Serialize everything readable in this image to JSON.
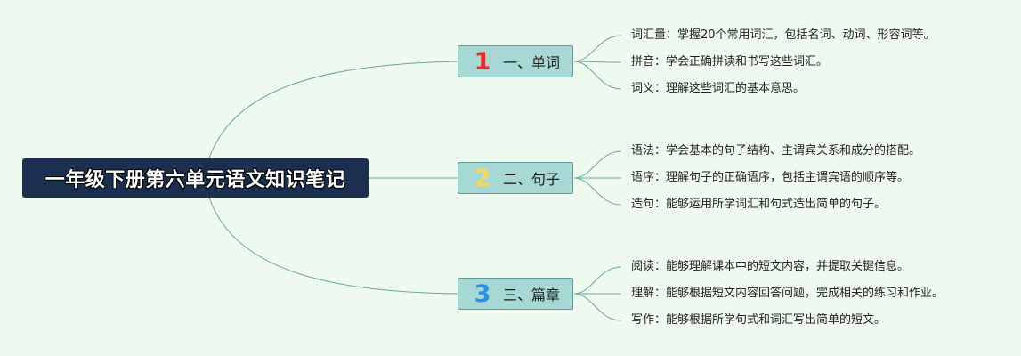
{
  "root": {
    "label": "一年级下册第六单元语文知识笔记"
  },
  "branches": [
    {
      "num": "1",
      "label": "一、单词",
      "num_color": "#e02e2e",
      "items": [
        "词汇量：掌握20个常用词汇，包括名词、动词、形容词等。",
        "拼音：学会正确拼读和书写这些词汇。",
        "词义：理解这些词汇的基本意思。"
      ]
    },
    {
      "num": "2",
      "label": "二、句子",
      "num_color": "#f2d85a",
      "items": [
        "语法：学会基本的句子结构、主谓宾关系和成分的搭配。",
        "语序：理解句子的正确语序，包括主谓宾语的顺序等。",
        "造句：能够运用所学词汇和句式造出简单的句子。"
      ]
    },
    {
      "num": "3",
      "label": "三、篇章",
      "num_color": "#2f8fe0",
      "items": [
        "阅读：能够理解课本中的短文内容，并提取关键信息。",
        "理解：能够根据短文内容回答问题，完成相关的练习和作业。",
        "写作：能够根据所学句式和词汇写出简单的短文。"
      ]
    }
  ],
  "colors": {
    "background": "#eef9ef",
    "root_bg": "#1b3051",
    "branch_bg": "#a8d8d6",
    "branch_border": "#5e9d95",
    "line": "#6aa898"
  }
}
